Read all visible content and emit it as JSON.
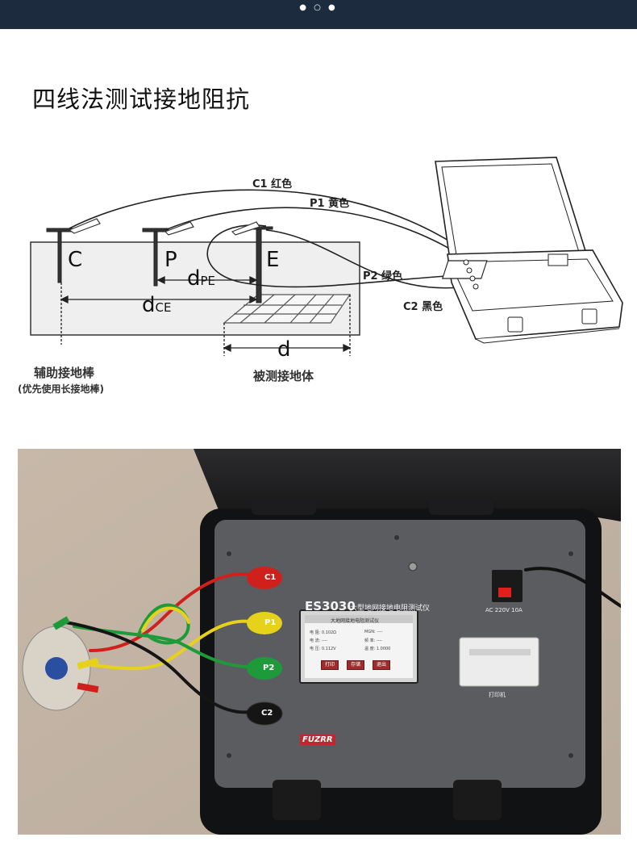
{
  "header": {
    "pager": "● ○ ●"
  },
  "title": "四线法测试接地阻抗",
  "diagram": {
    "cables": {
      "c1": "C1 红色",
      "p1": "P1 黄色",
      "p2": "P2 绿色",
      "c2": "C2 黑色"
    },
    "rods": {
      "c": "C",
      "p": "P",
      "e": "E"
    },
    "dims": {
      "d_main": "d",
      "d_pe_sub": "PE",
      "d_ce_sub": "CE",
      "d_body": "d"
    },
    "labels": {
      "aux": "辅助接地棒",
      "aux_note": "(优先使用长接地棒)",
      "body": "被测接地体"
    }
  },
  "photo": {
    "brand": "ES3030",
    "model": "大型地网接地电阻测试仪",
    "screen_title": "大地网接地电阻测试仪",
    "screen_rows": [
      "电 阻: 0.102Ω",
      "电 流: ----",
      "电 压: 0.112V",
      "MGN: ----",
      "频 率: ----",
      "温 度: 1.0000"
    ],
    "screen_buttons": [
      "打印",
      "存储",
      "退出"
    ],
    "terminals": [
      "C1",
      "P1",
      "P2",
      "C2"
    ],
    "power_label": "AC 220V 10A",
    "printer_label": "打印机",
    "logo": "FUZRR",
    "colors": {
      "c1": "#d0201c",
      "p1": "#e6d21a",
      "p2": "#1f9a3a",
      "c2": "#151515",
      "panel": "#5a5c60"
    }
  }
}
